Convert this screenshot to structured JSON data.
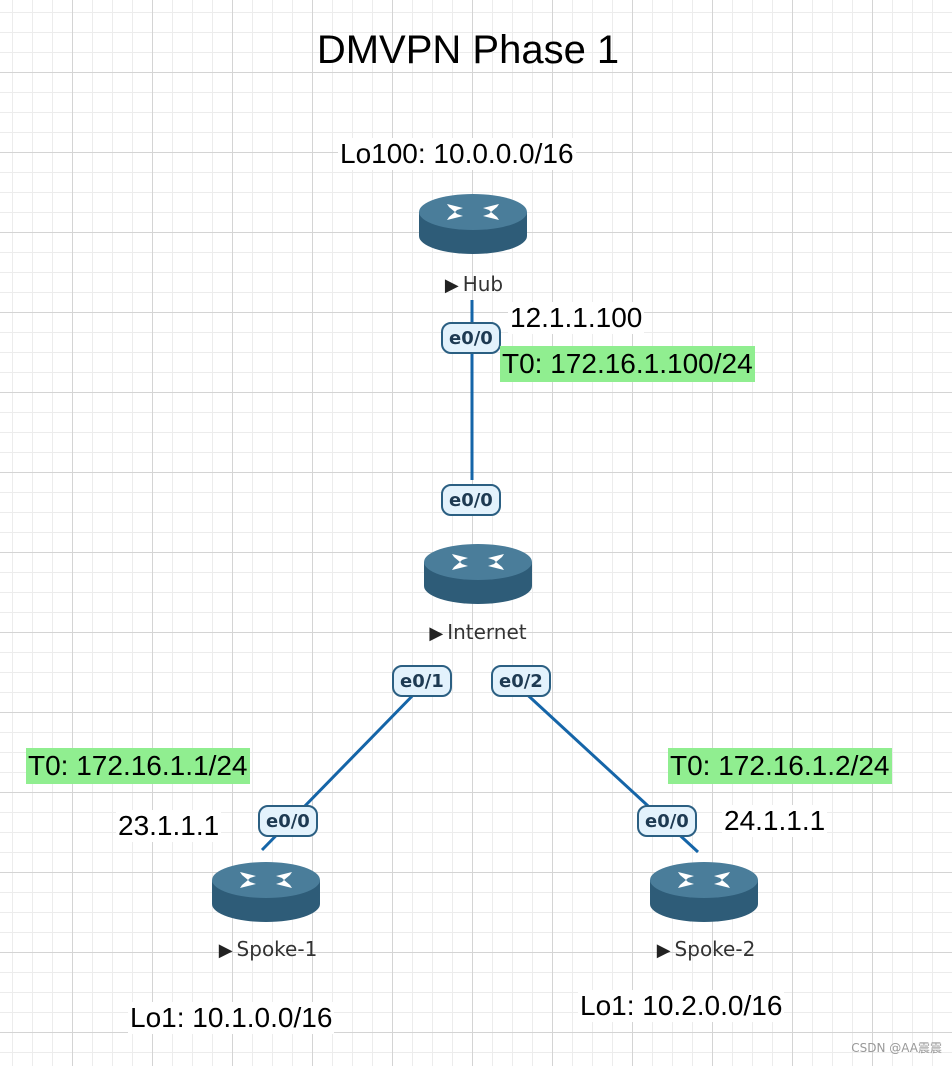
{
  "title": "DMVPN Phase 1",
  "colors": {
    "link": "#1565a8",
    "port_border": "#2b5f82",
    "port_fill": "#e3f2fc",
    "router_body": "#3b6e8c",
    "tunnel_highlight": "#90ee90"
  },
  "routers": {
    "hub": {
      "name": "Hub",
      "icon": "router-icon"
    },
    "internet": {
      "name": "Internet",
      "icon": "router-icon"
    },
    "spoke1": {
      "name": "Spoke-1",
      "icon": "router-icon"
    },
    "spoke2": {
      "name": "Spoke-2",
      "icon": "router-icon"
    }
  },
  "labels": {
    "hub_loopback": "Lo100: 10.0.0.0/16",
    "hub_ip": "12.1.1.100",
    "hub_tunnel": "T0: 172.16.1.100/24",
    "spoke1_tunnel": "T0: 172.16.1.1/24",
    "spoke1_ip": "23.1.1.1",
    "spoke1_loopback": "Lo1: 10.1.0.0/16",
    "spoke2_tunnel": "T0: 172.16.1.2/24",
    "spoke2_ip": "24.1.1.1",
    "spoke2_loopback": "Lo1: 10.2.0.0/16"
  },
  "ports": {
    "hub_e00": "e0/0",
    "internet_e00": "e0/0",
    "internet_e01": "e0/1",
    "internet_e02": "e0/2",
    "spoke1_e00": "e0/0",
    "spoke2_e00": "e0/0"
  },
  "watermark": "CSDN @AA震震"
}
